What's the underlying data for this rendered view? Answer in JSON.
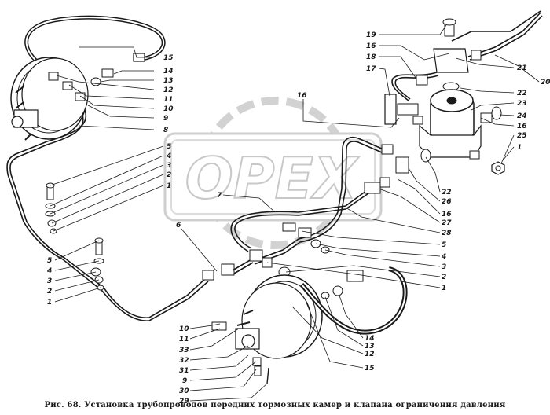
{
  "caption": "Рис. 68. Установка трубопроводов передних тормозных камер и клапана ограничения давления",
  "watermark": "OPEX",
  "callouts": [
    {
      "id": "c15a",
      "text": "15"
    },
    {
      "id": "c14a",
      "text": "14"
    },
    {
      "id": "c13a",
      "text": "13"
    },
    {
      "id": "c12a",
      "text": "12"
    },
    {
      "id": "c11a",
      "text": "11"
    },
    {
      "id": "c10a",
      "text": "10"
    },
    {
      "id": "c9a",
      "text": "9"
    },
    {
      "id": "c8a",
      "text": "8"
    },
    {
      "id": "c5a",
      "text": "5"
    },
    {
      "id": "c4a",
      "text": "4"
    },
    {
      "id": "c3a",
      "text": "3"
    },
    {
      "id": "c2a",
      "text": "2"
    },
    {
      "id": "c1a",
      "text": "1"
    },
    {
      "id": "c5b",
      "text": "5"
    },
    {
      "id": "c4b",
      "text": "4"
    },
    {
      "id": "c3b",
      "text": "3"
    },
    {
      "id": "c2b",
      "text": "2"
    },
    {
      "id": "c1b",
      "text": "1"
    },
    {
      "id": "c6",
      "text": "6"
    },
    {
      "id": "c7",
      "text": "7"
    },
    {
      "id": "c16a",
      "text": "16"
    },
    {
      "id": "c19",
      "text": "19"
    },
    {
      "id": "c16b",
      "text": "16"
    },
    {
      "id": "c18",
      "text": "18"
    },
    {
      "id": "c17",
      "text": "17"
    },
    {
      "id": "c20",
      "text": "20"
    },
    {
      "id": "c21",
      "text": "21"
    },
    {
      "id": "c22a",
      "text": "22"
    },
    {
      "id": "c23",
      "text": "23"
    },
    {
      "id": "c24",
      "text": "24"
    },
    {
      "id": "c16c",
      "text": "16"
    },
    {
      "id": "c25",
      "text": "25"
    },
    {
      "id": "c1c",
      "text": "1"
    },
    {
      "id": "c22b",
      "text": "22"
    },
    {
      "id": "c26",
      "text": "26"
    },
    {
      "id": "c16d",
      "text": "16"
    },
    {
      "id": "c27",
      "text": "27"
    },
    {
      "id": "c28",
      "text": "28"
    },
    {
      "id": "c5c",
      "text": "5"
    },
    {
      "id": "c4c",
      "text": "4"
    },
    {
      "id": "c3c",
      "text": "3"
    },
    {
      "id": "c2c",
      "text": "2"
    },
    {
      "id": "c1d",
      "text": "1"
    },
    {
      "id": "c10b",
      "text": "10"
    },
    {
      "id": "c11b",
      "text": "11"
    },
    {
      "id": "c33",
      "text": "33"
    },
    {
      "id": "c32",
      "text": "32"
    },
    {
      "id": "c31",
      "text": "31"
    },
    {
      "id": "c9b",
      "text": "9"
    },
    {
      "id": "c30",
      "text": "30"
    },
    {
      "id": "c29",
      "text": "29"
    },
    {
      "id": "c14b",
      "text": "14"
    },
    {
      "id": "c13b",
      "text": "13"
    },
    {
      "id": "c12b",
      "text": "12"
    },
    {
      "id": "c15b",
      "text": "15"
    }
  ]
}
